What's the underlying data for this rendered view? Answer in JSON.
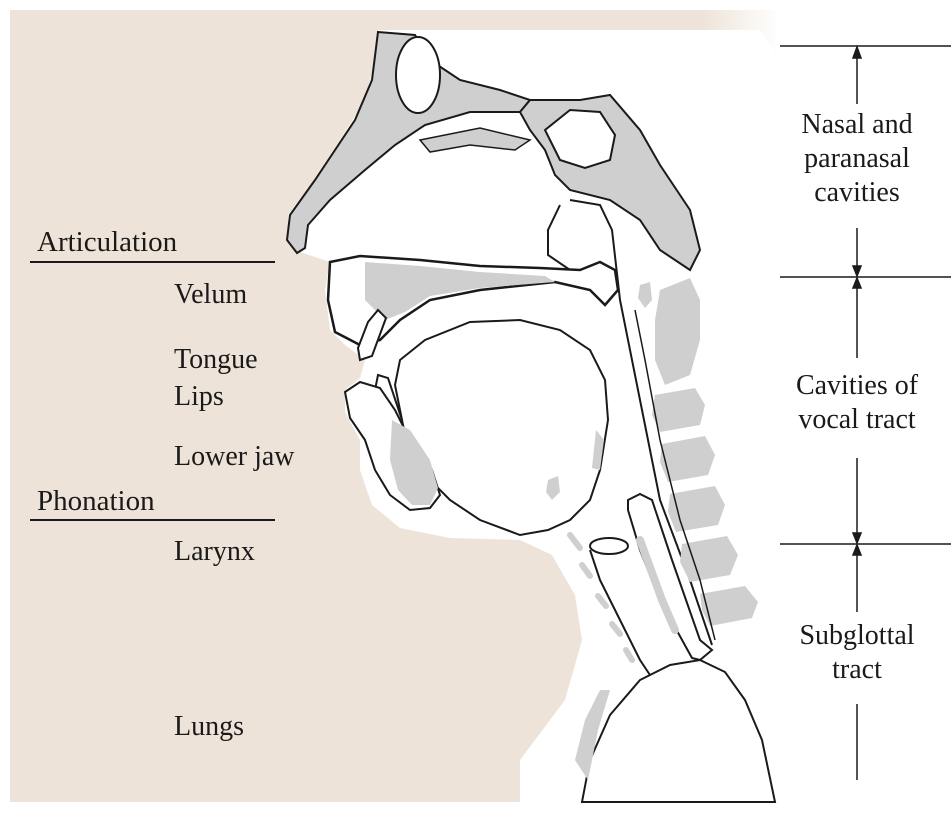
{
  "colors": {
    "background": "#eee3d8",
    "bone": "#cfcfcf",
    "soft_tissue": "#ffffff",
    "outline": "#1a1a1a"
  },
  "left_labels": {
    "articulation": {
      "heading": "Articulation",
      "items": [
        "Velum",
        "Tongue",
        "Lips",
        "Lower jaw"
      ]
    },
    "phonation": {
      "heading": "Phonation",
      "items": [
        "Larynx"
      ]
    },
    "lungs": "Lungs"
  },
  "right_labels": {
    "nasal": [
      "Nasal and",
      "paranasal",
      "cavities"
    ],
    "vocal": [
      "Cavities of",
      "vocal tract"
    ],
    "subglottal": [
      "Subglottal",
      "tract"
    ]
  }
}
